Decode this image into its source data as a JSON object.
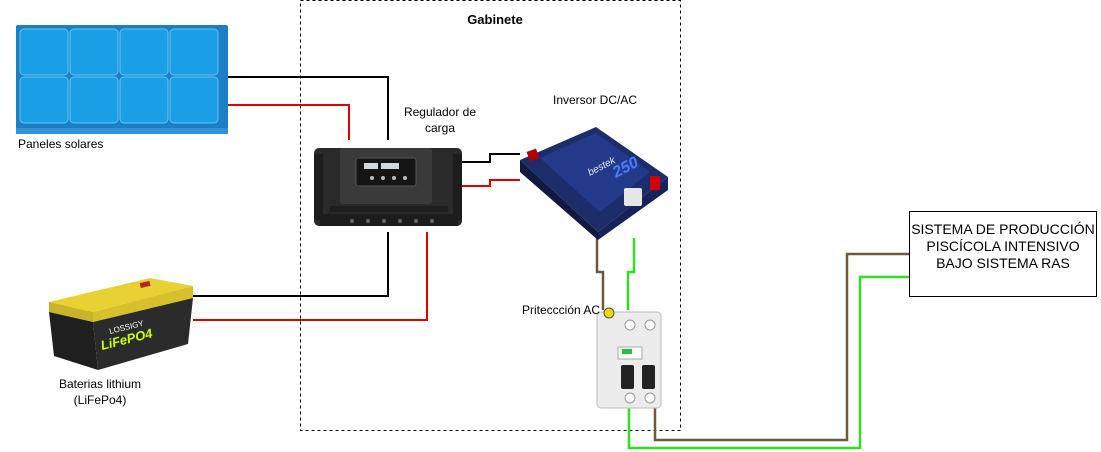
{
  "diagram": {
    "cabinet_title": "Gabinete",
    "solar_panels_label": "Paneles solares",
    "charge_controller_label": "Regulador de\ncarga",
    "inverter_label": "Inversor DC/AC",
    "ac_protection_label": "Priteccción AC",
    "battery_label": "Baterias lithium\n(LiFePo4)",
    "load_box_text": "SISTEMA DE PRODUCCIÓN\nPISCÍCOLA INTENSIVO\nBAJO SISTEMA RAS",
    "battery_brand_text": "LOSSIGY",
    "battery_chem_text": "LiFePO4",
    "inverter_brand_text": "bestek",
    "inverter_model_text": "250"
  },
  "colors": {
    "wire_dc_negative": "#000000",
    "wire_dc_positive": "#e00000",
    "wire_ac_line": "#6b5a3e",
    "wire_ac_neutral": "#33dd22",
    "panel_cell": "#1a9ee6",
    "panel_frame": "#1a7fc4",
    "battery_lid": "#e8d233",
    "battery_body": "#2b2b2b"
  }
}
